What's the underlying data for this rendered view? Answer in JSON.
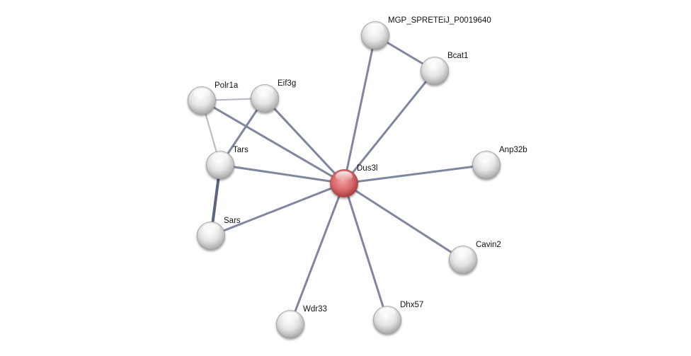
{
  "network": {
    "nodes": [
      {
        "id": "MGP_SPRETEiJ_P0019640",
        "label": "MGP_SPRETEiJ_P0019640",
        "query": false
      },
      {
        "id": "Bcat1",
        "label": "Bcat1",
        "query": false
      },
      {
        "id": "Polr1a",
        "label": "Polr1a",
        "query": false
      },
      {
        "id": "Eif3g",
        "label": "Eif3g",
        "query": false
      },
      {
        "id": "Tars",
        "label": "Tars",
        "query": false
      },
      {
        "id": "Dus3l",
        "label": "Dus3l",
        "query": true
      },
      {
        "id": "Anp32b",
        "label": "Anp32b",
        "query": false
      },
      {
        "id": "Sars",
        "label": "Sars",
        "query": false
      },
      {
        "id": "Cavin2",
        "label": "Cavin2",
        "query": false
      },
      {
        "id": "Wdr33",
        "label": "Wdr33",
        "query": false
      },
      {
        "id": "Dhx57",
        "label": "Dhx57",
        "query": false
      }
    ],
    "edges": [
      {
        "source": "Dus3l",
        "target": "MGP_SPRETEiJ_P0019640",
        "strength": "medium"
      },
      {
        "source": "Dus3l",
        "target": "Bcat1",
        "strength": "medium"
      },
      {
        "source": "Dus3l",
        "target": "Polr1a",
        "strength": "medium"
      },
      {
        "source": "Dus3l",
        "target": "Eif3g",
        "strength": "medium"
      },
      {
        "source": "Dus3l",
        "target": "Tars",
        "strength": "medium"
      },
      {
        "source": "Dus3l",
        "target": "Sars",
        "strength": "medium"
      },
      {
        "source": "Dus3l",
        "target": "Anp32b",
        "strength": "medium"
      },
      {
        "source": "Dus3l",
        "target": "Cavin2",
        "strength": "medium"
      },
      {
        "source": "Dus3l",
        "target": "Wdr33",
        "strength": "medium"
      },
      {
        "source": "Dus3l",
        "target": "Dhx57",
        "strength": "medium"
      },
      {
        "source": "MGP_SPRETEiJ_P0019640",
        "target": "Bcat1",
        "strength": "medium"
      },
      {
        "source": "Polr1a",
        "target": "Eif3g",
        "strength": "weak"
      },
      {
        "source": "Polr1a",
        "target": "Tars",
        "strength": "weak"
      },
      {
        "source": "Eif3g",
        "target": "Tars",
        "strength": "medium"
      },
      {
        "source": "Tars",
        "target": "Sars",
        "strength": "strong"
      }
    ],
    "colors": {
      "query_node": "#d9676a",
      "node": "#e6e6e6",
      "edge": "#7f869e",
      "edge_weak": "#b4b8c8",
      "edge_strong": "#5e6480"
    }
  }
}
